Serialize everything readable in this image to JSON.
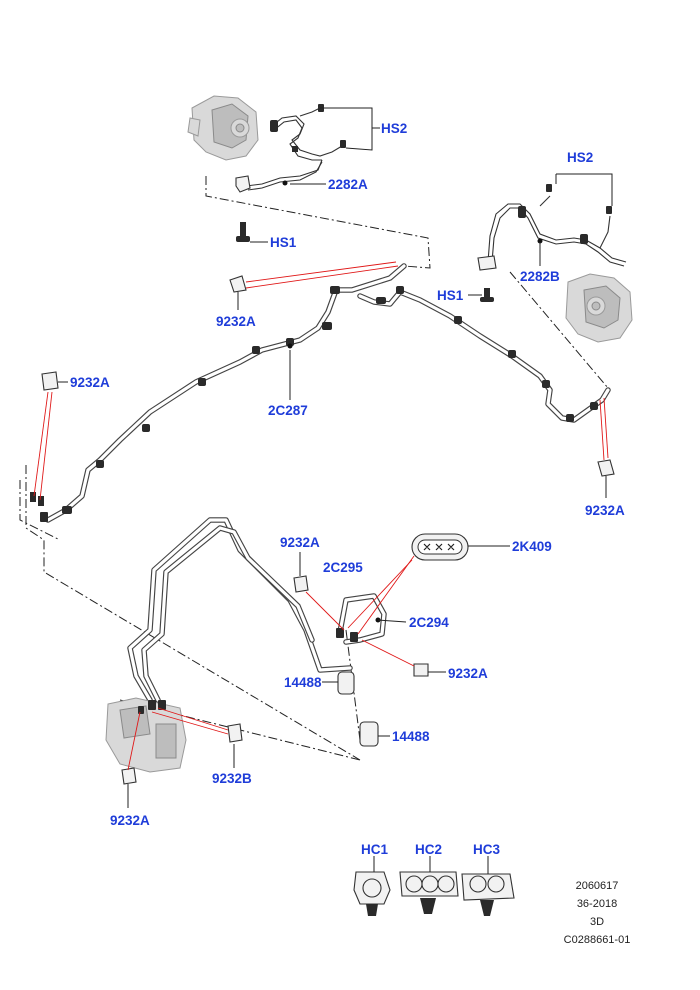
{
  "callouts": {
    "hs2_top": "HS2",
    "c2282a": "2282A",
    "hs1_top": "HS1",
    "hs2_right": "HS2",
    "c2282b": "2282B",
    "hs1_right": "HS1",
    "c9232a_1": "9232A",
    "c9232a_2": "9232A",
    "c2c287": "2C287",
    "c9232a_3": "9232A",
    "c9232a_4": "9232A",
    "c2k409": "2K409",
    "c2c295": "2C295",
    "c2c294": "2C294",
    "c9232a_5": "9232A",
    "c14488_a": "14488",
    "c14488_b": "14488",
    "c9232b": "9232B",
    "c9232a_6": "9232A",
    "hc1": "HC1",
    "hc2": "HC2",
    "hc3": "HC3"
  },
  "reference": {
    "line1": "2060617",
    "line2": "36-2018",
    "line3": "3D",
    "line4": "C0288661-01"
  },
  "colors": {
    "callout": "#1f3dd9",
    "leader_red": "#e01818",
    "pipe": "#444444"
  }
}
